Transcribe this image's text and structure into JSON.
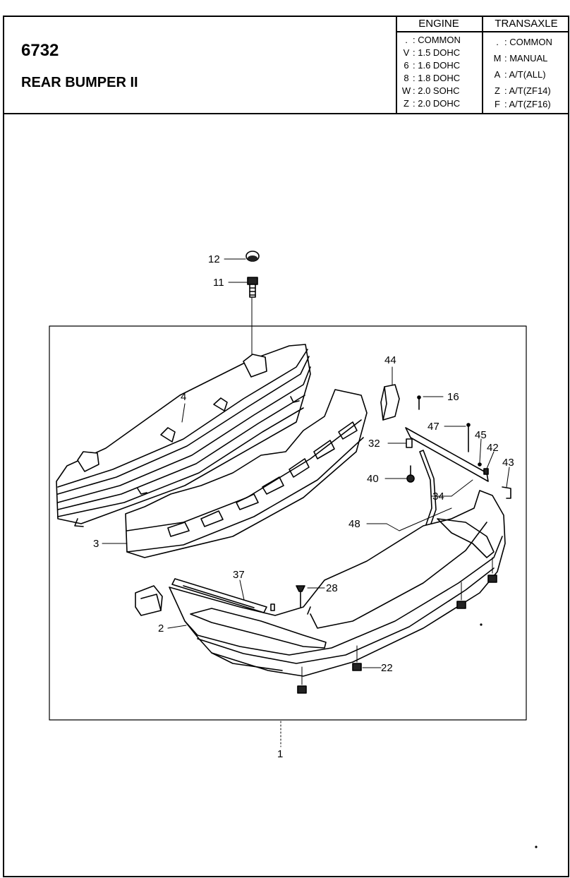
{
  "header": {
    "part_number": "6732",
    "title": "REAR BUMPER II"
  },
  "engine": {
    "heading": "ENGINE",
    "rows": [
      {
        "code": ".",
        "label": ": COMMON"
      },
      {
        "code": "V",
        "label": ": 1.5 DOHC"
      },
      {
        "code": "6",
        "label": ": 1.6 DOHC"
      },
      {
        "code": "8",
        "label": ": 1.8 DOHC"
      },
      {
        "code": "W",
        "label": ": 2.0 SOHC"
      },
      {
        "code": "Z",
        "label": ": 2.0 DOHC"
      }
    ]
  },
  "transaxle": {
    "heading": "TRANSAXLE",
    "rows": [
      {
        "code": ".",
        "label": ": COMMON"
      },
      {
        "code": "M",
        "label": ": MANUAL"
      },
      {
        "code": "A",
        "label": ": A/T(ALL)"
      },
      {
        "code": "Z",
        "label": ": A/T(ZF14)"
      },
      {
        "code": "F",
        "label": ": A/T(ZF16)"
      }
    ]
  },
  "callouts": {
    "c12": "12",
    "c11": "11",
    "c4": "4",
    "c44": "44",
    "c16": "16",
    "c47": "47",
    "c45": "45",
    "c42": "42",
    "c43": "43",
    "c32": "32",
    "c40": "40",
    "c34": "34",
    "c48": "48",
    "c3": "3",
    "c37": "37",
    "c28": "28",
    "c2": "2",
    "c22": "22",
    "c1": "1"
  }
}
